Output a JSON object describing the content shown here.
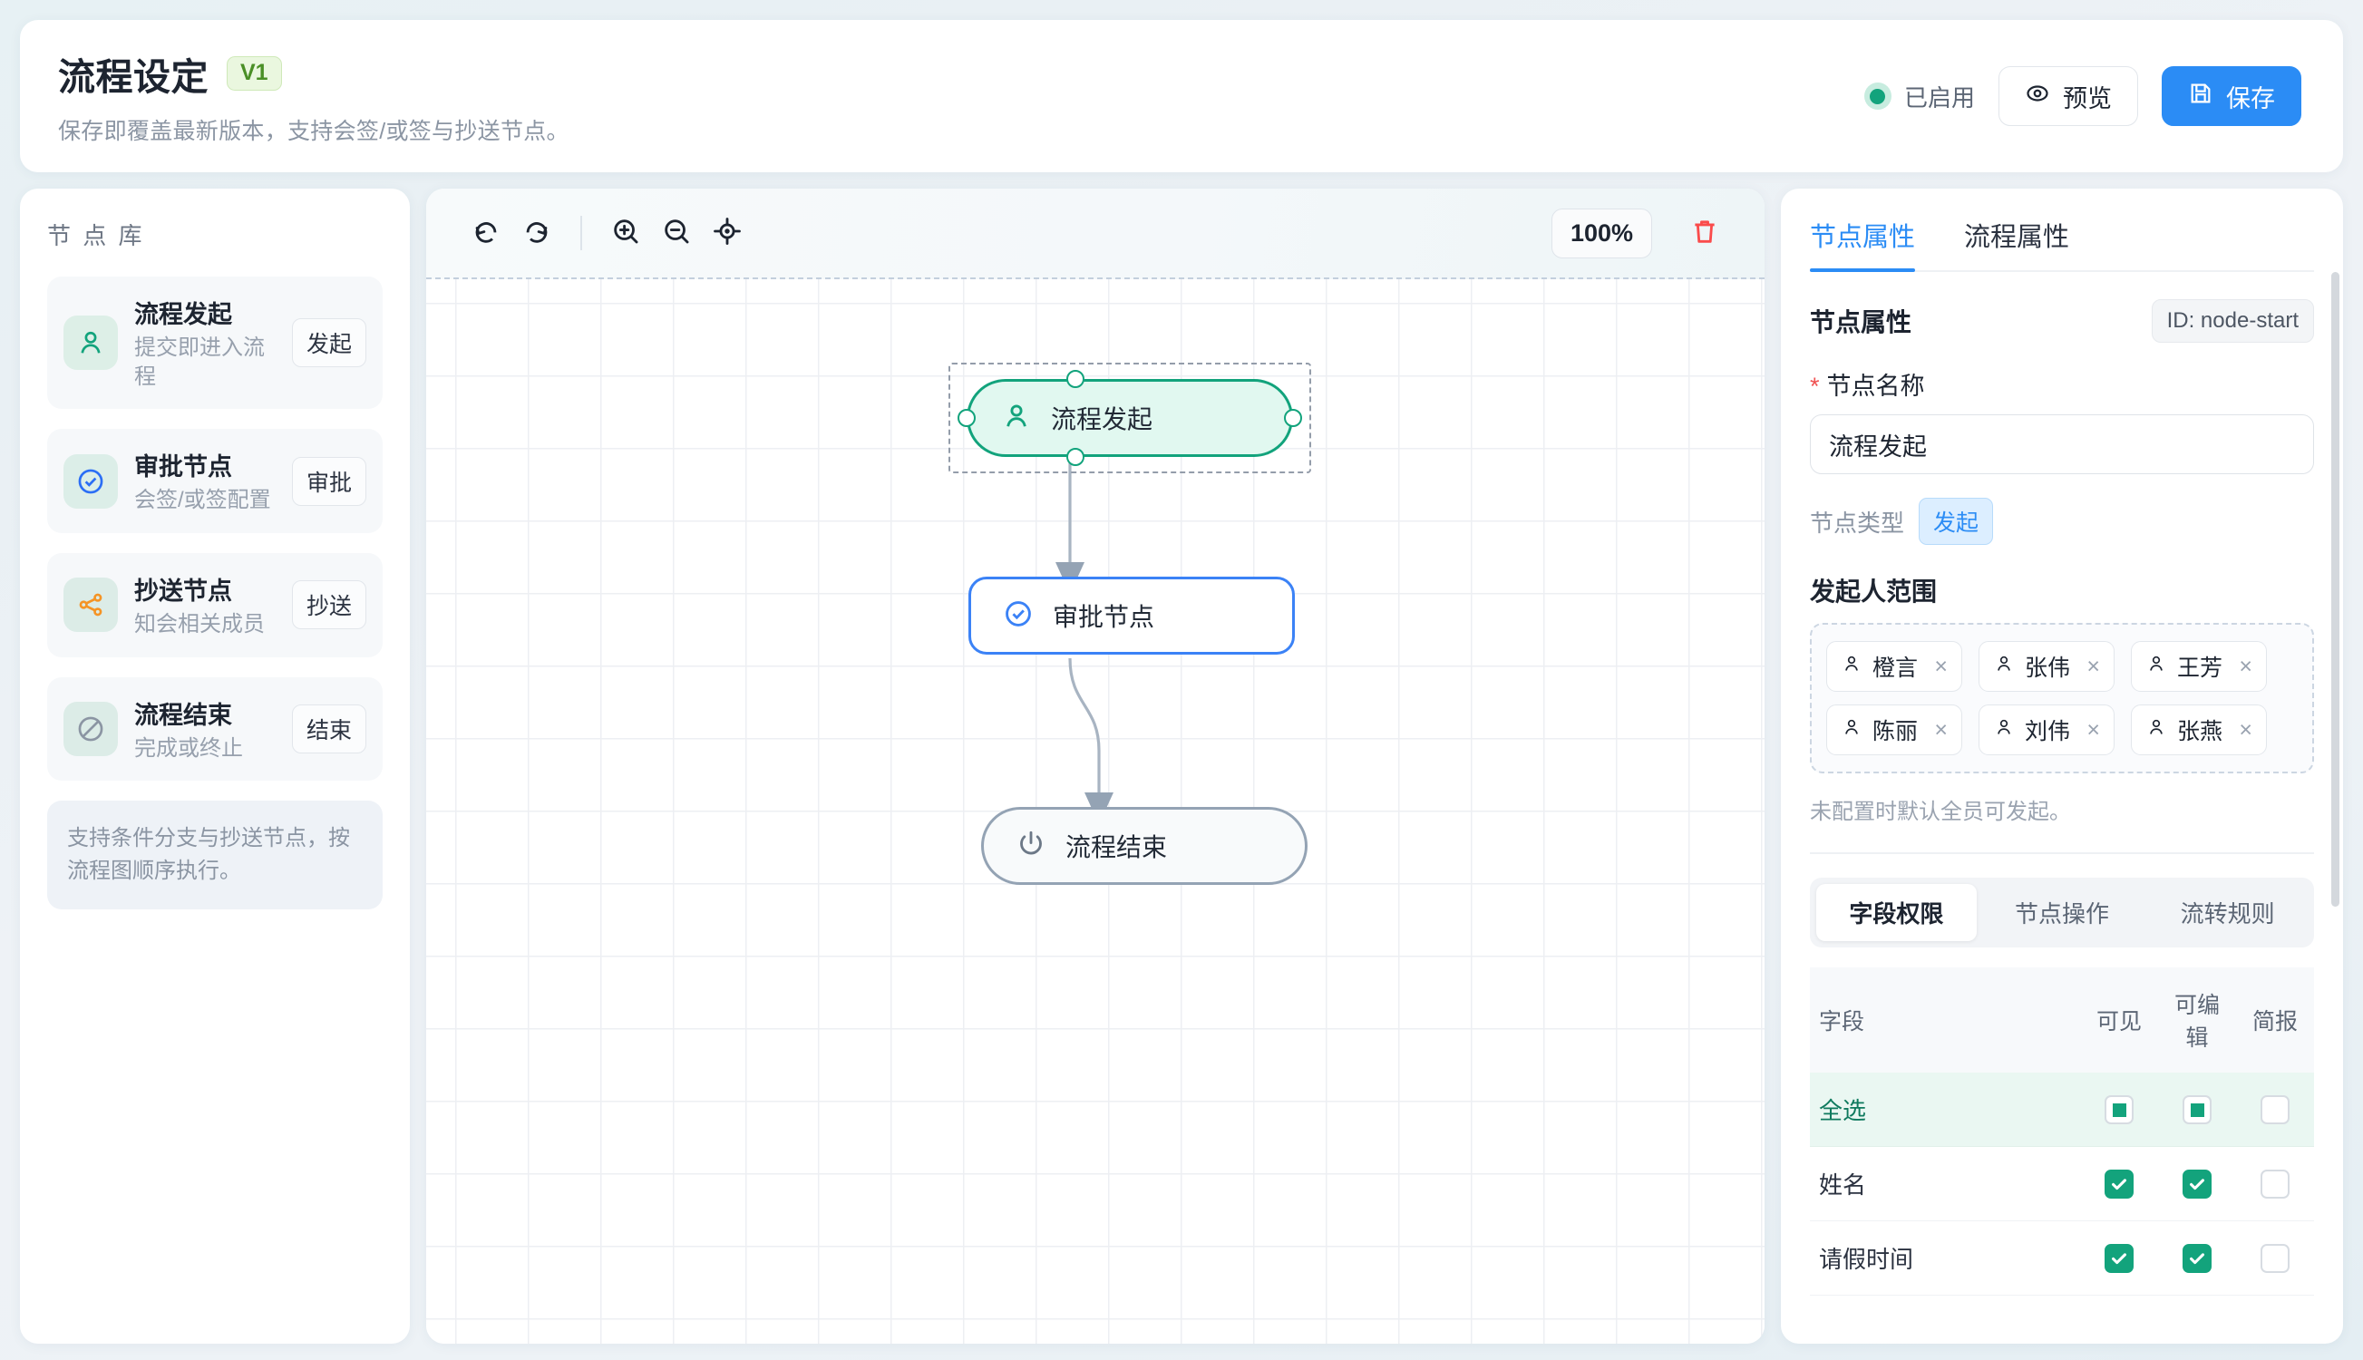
{
  "header": {
    "title": "流程设定",
    "version": "V1",
    "subtitle": "保存即覆盖最新版本，支持会签/或签与抄送节点。",
    "status_label": "已启用",
    "preview_label": "预览",
    "save_label": "保存"
  },
  "sidebar": {
    "title": "节 点 库",
    "items": [
      {
        "name": "流程发起",
        "desc": "提交即进入流程",
        "tag": "发起",
        "icon": "user-icon",
        "color": "#12a37c"
      },
      {
        "name": "审批节点",
        "desc": "会签/或签配置",
        "tag": "审批",
        "icon": "check-circle-icon",
        "color": "#2b6ef5"
      },
      {
        "name": "抄送节点",
        "desc": "知会相关成员",
        "tag": "抄送",
        "icon": "share-icon",
        "color": "#f59425"
      },
      {
        "name": "流程结束",
        "desc": "完成或终止",
        "tag": "结束",
        "icon": "ban-icon",
        "color": "#8b95a3"
      }
    ],
    "hint": "支持条件分支与抄送节点，按流程图顺序执行。"
  },
  "toolbar": {
    "undo": "undo-icon",
    "redo": "redo-icon",
    "zoom_in": "zoom-in-icon",
    "zoom_out": "zoom-out-icon",
    "fit_view": "fit-view-icon",
    "zoom_level": "100%",
    "delete": "trash-icon"
  },
  "canvas": {
    "nodes": [
      {
        "id": "node-start",
        "label": "流程发起",
        "type": "start",
        "selected": true
      },
      {
        "id": "node-approval",
        "label": "审批节点",
        "type": "approval",
        "selected": false
      },
      {
        "id": "node-end",
        "label": "流程结束",
        "type": "end",
        "selected": false
      }
    ]
  },
  "panel": {
    "tabs": [
      {
        "label": "节点属性",
        "active": true
      },
      {
        "label": "流程属性",
        "active": false
      }
    ],
    "section_title": "节点属性",
    "node_id": "ID: node-start",
    "name_label": "节点名称",
    "name_required": "*",
    "name_value": "流程发起",
    "type_label": "节点类型",
    "type_value": "发起",
    "scope_title": "发起人范围",
    "scope_tags": [
      "橙言",
      "张伟",
      "王芳",
      "陈丽",
      "刘伟",
      "张燕"
    ],
    "scope_hint": "未配置时默认全员可发起。",
    "segments": [
      {
        "label": "字段权限",
        "active": true
      },
      {
        "label": "节点操作",
        "active": false
      },
      {
        "label": "流转规则",
        "active": false
      }
    ],
    "table": {
      "columns": [
        "字段",
        "可见",
        "可编辑",
        "简报"
      ],
      "rows": [
        {
          "field": "全选",
          "visible": "indeterminate",
          "editable": "indeterminate",
          "brief": "off",
          "highlight": true
        },
        {
          "field": "姓名",
          "visible": "on",
          "editable": "on",
          "brief": "off",
          "highlight": false
        },
        {
          "field": "请假时间",
          "visible": "on",
          "editable": "on",
          "brief": "off",
          "highlight": false
        }
      ]
    }
  },
  "colors": {
    "primary": "#2b8cf5",
    "success": "#12a37c",
    "danger": "#f05252",
    "warning": "#f59425"
  }
}
